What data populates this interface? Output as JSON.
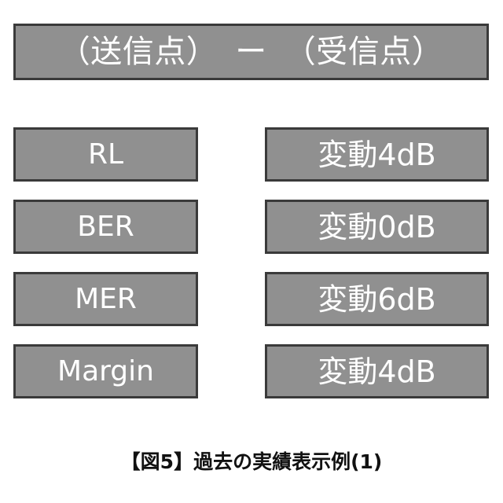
{
  "figure": {
    "header": {
      "left_node": "（送信点）",
      "dash": "ー",
      "right_node": "（受信点）",
      "full_text": "（送信点）ー（受信点）"
    },
    "rows": [
      {
        "label": "RL",
        "value": "変動4dB"
      },
      {
        "label": "BER",
        "value": "変動0dB"
      },
      {
        "label": "MER",
        "value": "変動6dB"
      },
      {
        "label": "Margin",
        "value": "変動4dB"
      }
    ],
    "caption": "【図5】過去の実績表示例(1)",
    "colors": {
      "box_fill": "#909090",
      "box_border": "#3a3a3a",
      "box_text": "#ffffff",
      "caption_text": "#111111",
      "background": "#ffffff"
    }
  }
}
